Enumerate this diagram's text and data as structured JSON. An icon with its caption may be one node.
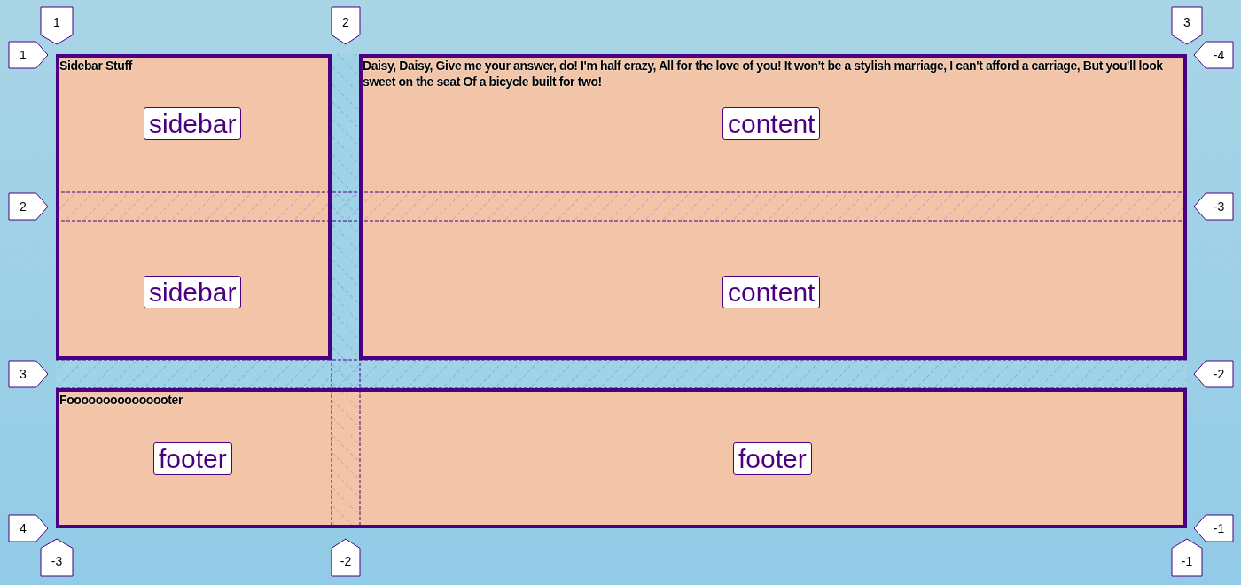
{
  "diagram": {
    "nodes": [
      {
        "text": [
          "Sidebar Stuff"
        ]
      },
      {
        "text": [
          "sidebar"
        ],
        "in": 0
      },
      {
        "text": [
          "sidebar"
        ],
        "in": 0
      },
      {
        "text": [
          "Daisy, Daisy, Give me your answer, do! I'm half crazy, All for the love of you! It won't be a stylish marriage, I can't afford a carriage, But you'll look sweet on the seat Of a bicycle built for two!"
        ]
      },
      {
        "text": [
          "content"
        ],
        "in": 3
      },
      {
        "text": [
          "content"
        ],
        "in": 3
      },
      {
        "text": [
          "Fooooooooooooooter"
        ]
      },
      {
        "text": [
          "footer"
        ],
        "in": 6
      },
      {
        "text": [
          "footer"
        ],
        "in": 6
      }
    ],
    "edges": [],
    "labels": [
      "1",
      "2",
      "3",
      "1",
      "-4",
      "2",
      "-3",
      "3",
      "-2",
      "4",
      "-1",
      "-3",
      "-2",
      "-1"
    ]
  }
}
